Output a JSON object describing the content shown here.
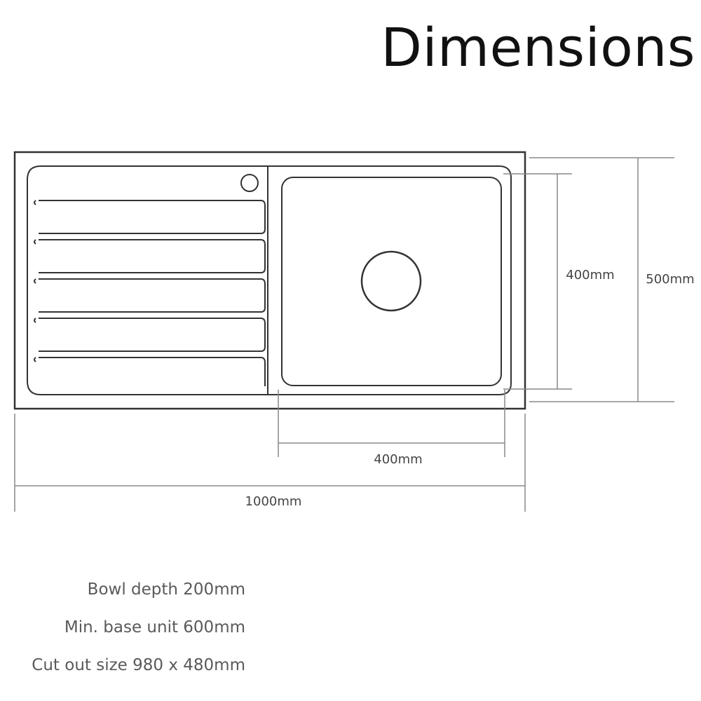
{
  "title": "Dimensions",
  "dimensions": {
    "bowl_height": "400mm",
    "overall_height": "500mm",
    "bowl_width": "400mm",
    "overall_width": "1000mm"
  },
  "notes": [
    "Bowl depth 200mm",
    "Min. base unit 600mm",
    "Cut out size 980 x 480mm"
  ],
  "colors": {
    "outline": "#333333",
    "dimension_line": "#888888",
    "note_text": "#5a5a5a"
  }
}
